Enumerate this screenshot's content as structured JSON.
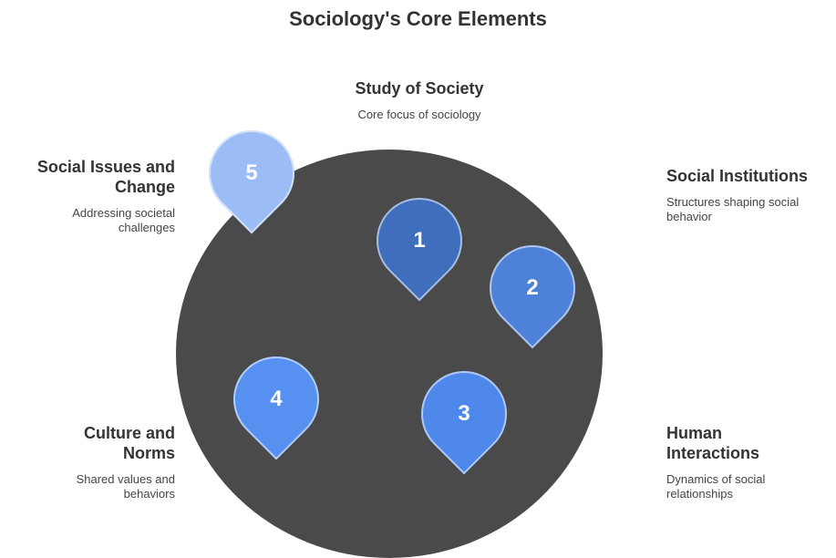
{
  "title": "Sociology's Core Elements",
  "colors": {
    "circle": "#4a4a4a",
    "pin1": "#3f6ebd",
    "pin2": "#4e82d9",
    "pin3": "#4e88ea",
    "pin4": "#5690f0",
    "pin5": "#9bbcf5"
  },
  "elements": [
    {
      "number": "1",
      "title": "Study of Society",
      "description": "Core focus of sociology"
    },
    {
      "number": "2",
      "title": "Social Institutions",
      "description": "Structures shaping social behavior"
    },
    {
      "number": "3",
      "title": "Human Interactions",
      "description": "Dynamics of social relationships"
    },
    {
      "number": "4",
      "title": "Culture and Norms",
      "description": "Shared values and behaviors"
    },
    {
      "number": "5",
      "title": "Social Issues and Change",
      "description": "Addressing societal challenges"
    }
  ]
}
